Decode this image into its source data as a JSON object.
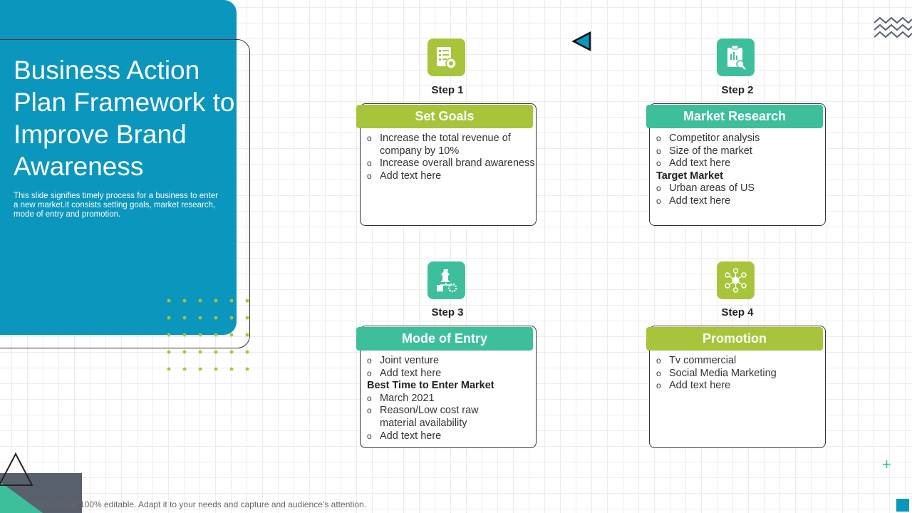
{
  "title": "Business Action Plan Framework to Improve Brand Awareness",
  "subtitle": "This slide signifies timely process for a business to enter a new market.it consists setting goals, market research, mode of entry and promotion.",
  "footer": "This slide is 100% editable. Adapt it to your needs and capture and audience’s attention.",
  "colors": {
    "primary": "#0b96bd",
    "green": "#a7c43a",
    "teal": "#3dbf9c",
    "dark": "#58606e"
  },
  "steps": [
    {
      "label": "Step 1",
      "icon": "checklist-goals-icon",
      "header": "Set Goals",
      "items": [
        {
          "type": "bullet",
          "text": "Increase the total revenue of company by 10%"
        },
        {
          "type": "bullet",
          "text": "Increase overall brand awareness"
        },
        {
          "type": "bullet",
          "text": "Add text here"
        }
      ]
    },
    {
      "label": "Step 2",
      "icon": "clipboard-search-icon",
      "header": "Market Research",
      "items": [
        {
          "type": "bullet",
          "text": "Competitor analysis"
        },
        {
          "type": "bullet",
          "text": "Size of the market"
        },
        {
          "type": "bullet",
          "text": "Add text here"
        },
        {
          "type": "heading",
          "text": "Target Market"
        },
        {
          "type": "bullet",
          "text": "Urban areas of US"
        },
        {
          "type": "bullet",
          "text": "Add text here"
        }
      ]
    },
    {
      "label": "Step 3",
      "icon": "chess-strategy-icon",
      "header": "Mode of Entry",
      "items": [
        {
          "type": "bullet",
          "text": "Joint venture"
        },
        {
          "type": "bullet",
          "text": "Add text here"
        },
        {
          "type": "heading",
          "text": "Best Time to Enter Market"
        },
        {
          "type": "bullet",
          "text": "March 2021"
        },
        {
          "type": "bullet",
          "text": "Reason/Low cost raw material availability"
        },
        {
          "type": "bullet",
          "text": "Add text here"
        }
      ]
    },
    {
      "label": "Step 4",
      "icon": "network-promotion-icon",
      "header": "Promotion",
      "items": [
        {
          "type": "bullet",
          "text": "Tv commercial"
        },
        {
          "type": "bullet",
          "text": "Social Media Marketing"
        },
        {
          "type": "bullet",
          "text": "Add text here"
        }
      ]
    }
  ]
}
